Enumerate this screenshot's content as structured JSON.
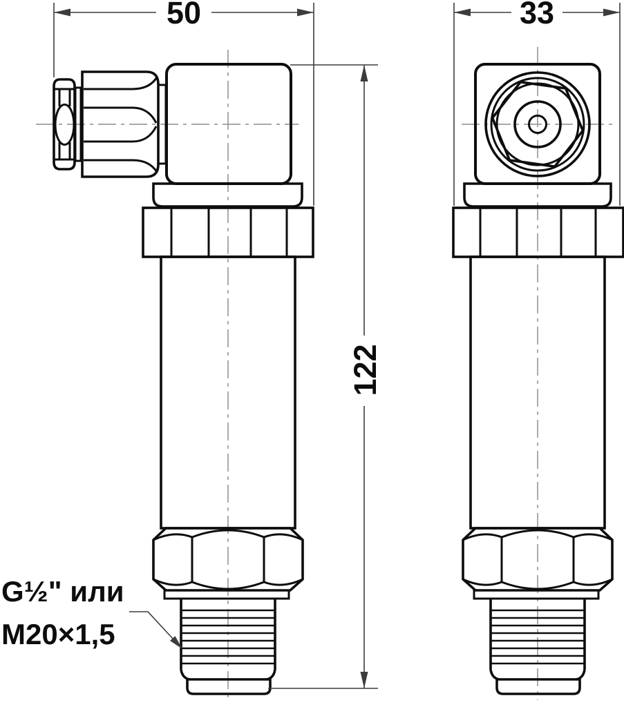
{
  "drawing": {
    "type": "technical-dimension-drawing",
    "subject": "pressure transducer with DIN connector, side view and front view",
    "dimensions": {
      "side_view_width": "50",
      "front_view_width": "33",
      "overall_height": "122"
    },
    "thread_label": {
      "line1": "G½\" или",
      "line2": "M20×1,5"
    },
    "colors": {
      "outline": "#0d0d0d",
      "centerline": "#9b9b9b",
      "dimension_line": "#3c3c3c",
      "text": "#0d0d0d",
      "background": "#ffffff"
    }
  }
}
